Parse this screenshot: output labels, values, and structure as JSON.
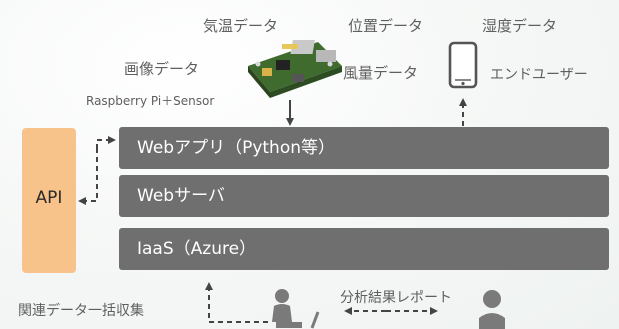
{
  "labels": {
    "temperature": "気温データ",
    "position": "位置データ",
    "humidity": "湿度データ",
    "image": "画像データ",
    "wind": "風量データ",
    "end_user": "エンドユーザー",
    "device": "Raspberry Pi＋Sensor",
    "bulk_collect": "関連データ一括収集",
    "report": "分析結果レポート"
  },
  "layers": {
    "webapp": "Webアプリ（Python等）",
    "webserver": "Webサーバ",
    "iaas": "IaaS（Azure）"
  },
  "api": {
    "label": "API"
  },
  "colors": {
    "layer_bg": "#6f6f6f",
    "api_bg": "#f8c38a",
    "text": "#5f5f5f"
  },
  "icons": [
    "raspberry-pi-board-icon",
    "smartphone-icon",
    "analyst-at-desk-icon",
    "user-person-icon"
  ]
}
